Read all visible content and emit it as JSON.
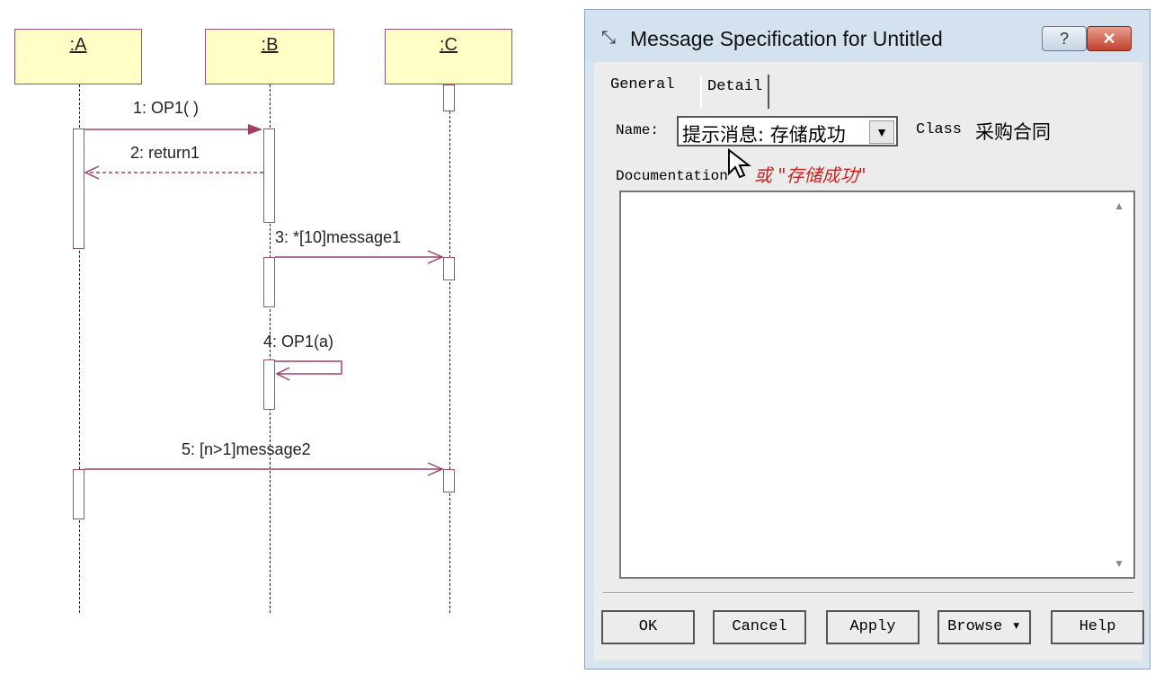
{
  "diagram": {
    "lifelines": [
      ":A",
      ":B",
      ":C"
    ],
    "messages": [
      {
        "label": "1: OP1( )"
      },
      {
        "label": "2: return1"
      },
      {
        "label": "3: *[10]message1"
      },
      {
        "label": "4: OP1(a)"
      },
      {
        "label": "5: [n>1]message2"
      }
    ]
  },
  "dialog": {
    "title": "Message Specification for Untitled",
    "help_glyph": "?",
    "close_glyph": "✕",
    "tabs": [
      "General",
      "Detail"
    ],
    "name_label": "Name:",
    "name_value": "提示消息: 存储成功",
    "class_label": "Class",
    "class_value": "采购合同",
    "documentation_label": "Documentation",
    "annotation": "或 \"存储成功\"",
    "documentation_value": "",
    "buttons": {
      "ok": "OK",
      "cancel": "Cancel",
      "apply": "Apply",
      "browse": "Browse ▾",
      "help": "Help"
    }
  },
  "colors": {
    "lifeline_box": "#ffffc6",
    "message_line": "#a0406a",
    "annotation": "#d02020"
  }
}
